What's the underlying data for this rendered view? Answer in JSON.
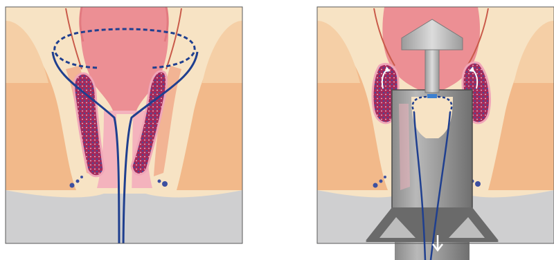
{
  "figure": {
    "panels": [
      {
        "id": "before",
        "description_label": "",
        "elements": [
          "rectum",
          "hemorrhoid-left",
          "hemorrhoid-right",
          "purse-string-suture",
          "anal-canal",
          "skin-base"
        ]
      },
      {
        "id": "after",
        "description_label": "",
        "elements": [
          "rectum",
          "stapler-anvil",
          "stapler-housing",
          "stapler-flange",
          "lifted-hemorrhoid-left",
          "lifted-hemorrhoid-right",
          "suture",
          "downward-arrow"
        ]
      }
    ],
    "colors": {
      "background": "#ffffff",
      "tissue_light": "#f7e3c4",
      "tissue_muscle": "#f2b98a",
      "tissue_mid": "#f5cfa6",
      "rectum": "#ec8f94",
      "rectum_dark": "#e27a80",
      "hemorrhoid": "#a3295a",
      "hemorrhoid_dots": "#3c4fa0",
      "mucosa_pink": "#f4b3bd",
      "suture": "#1f3f8f",
      "skin_gray": "#cfcfd0",
      "stapler_dark": "#7a7a7a",
      "stapler_mid": "#a0a0a0",
      "stapler_light": "#d2d2d2",
      "border": "#5a5a5a"
    },
    "icons": {
      "arrow": "down-arrow-icon",
      "lift_arrow": "curved-up-arrow-icon"
    }
  }
}
